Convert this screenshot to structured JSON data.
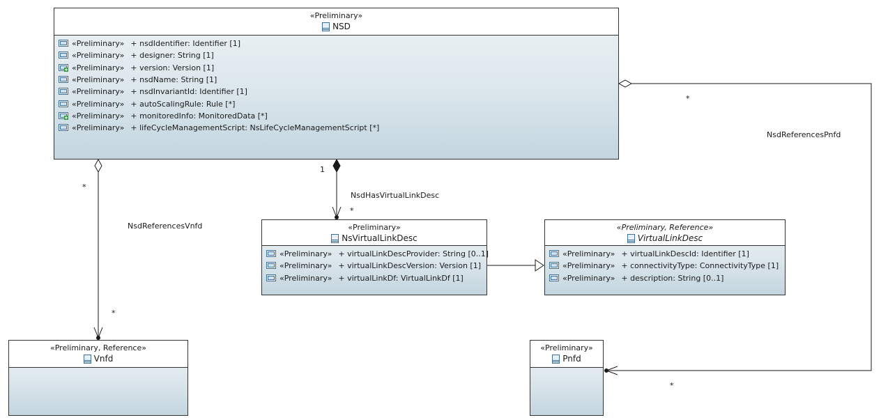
{
  "nsd": {
    "stereotype": "«Preliminary»",
    "name": "NSD",
    "attributes": [
      {
        "stereo": "«Preliminary»",
        "text": "+ nsdIdentifier: Identifier [1]",
        "icon": "attribute-icon"
      },
      {
        "stereo": "«Preliminary»",
        "text": "+ designer: String [1]",
        "icon": "attribute-icon"
      },
      {
        "stereo": "«Preliminary»",
        "text": "+ version: Version [1]",
        "icon": "attribute-plus-icon"
      },
      {
        "stereo": "«Preliminary»",
        "text": "+ nsdName: String [1]",
        "icon": "attribute-icon"
      },
      {
        "stereo": "«Preliminary»",
        "text": "+ nsdInvariantId: Identifier [1]",
        "icon": "attribute-icon"
      },
      {
        "stereo": "«Preliminary»",
        "text": "+ autoScalingRule: Rule [*]",
        "icon": "attribute-icon"
      },
      {
        "stereo": "«Preliminary»",
        "text": "+ monitoredInfo: MonitoredData [*]",
        "icon": "attribute-plus-icon"
      },
      {
        "stereo": "«Preliminary»",
        "text": "+ lifeCycleManagementScript: NsLifeCycleManagementScript [*]",
        "icon": "attribute-icon"
      }
    ]
  },
  "nsVirtualLinkDesc": {
    "stereotype": "«Preliminary»",
    "name": "NsVirtualLinkDesc",
    "attributes": [
      {
        "stereo": "«Preliminary»",
        "text": "+ virtualLinkDescProvider: String [0..1]",
        "icon": "attribute-icon"
      },
      {
        "stereo": "«Preliminary»",
        "text": "+ virtualLinkDescVersion: Version [1]",
        "icon": "attribute-icon"
      },
      {
        "stereo": "«Preliminary»",
        "text": "+ virtualLinkDf: VirtualLinkDf [1]",
        "icon": "attribute-icon"
      }
    ]
  },
  "virtualLinkDesc": {
    "stereotype": "«Preliminary, Reference»",
    "name": "VirtualLinkDesc",
    "attributes": [
      {
        "stereo": "«Preliminary»",
        "text": "+ virtualLinkDescId: Identifier [1]",
        "icon": "attribute-icon"
      },
      {
        "stereo": "«Preliminary»",
        "text": "+ connectivityType: ConnectivityType [1]",
        "icon": "attribute-icon"
      },
      {
        "stereo": "«Preliminary»",
        "text": "+ description: String [0..1]",
        "icon": "attribute-icon"
      }
    ]
  },
  "vnfd": {
    "stereotype": "«Preliminary, Reference»",
    "name": "Vnfd"
  },
  "pnfd": {
    "stereotype": "«Preliminary»",
    "name": "Pnfd"
  },
  "associations": {
    "vnfd": {
      "name": "NsdReferencesVnfd",
      "source_mult": "*",
      "target_mult": "*"
    },
    "vld": {
      "name": "NsdHasVirtualLinkDesc",
      "source_mult": "1",
      "target_mult": "*"
    },
    "pnfd": {
      "name": "NsdReferencesPnfd",
      "source_mult": "*",
      "target_mult": "*"
    }
  },
  "colors": {
    "line": "#1a1a1a",
    "icon": "#3e6f9a",
    "plus": "#2f9a3a"
  }
}
